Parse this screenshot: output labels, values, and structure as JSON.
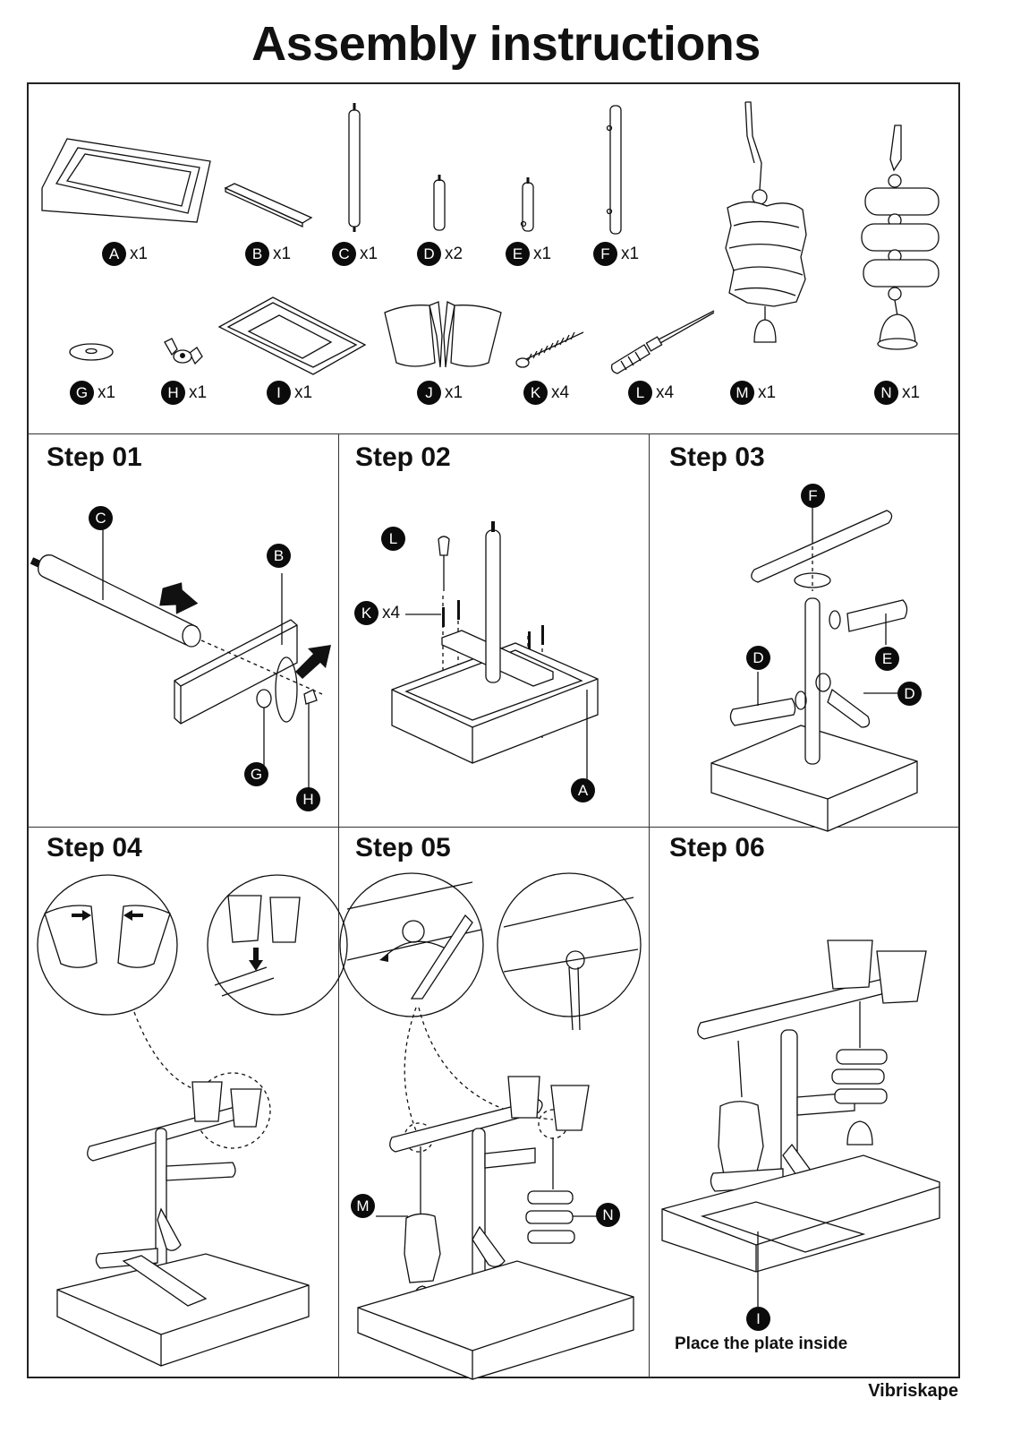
{
  "title": "Assembly instructions",
  "parts": [
    {
      "id": "A",
      "qty": "x1",
      "name": "base-tray-frame"
    },
    {
      "id": "B",
      "qty": "x1",
      "name": "cross-board"
    },
    {
      "id": "C",
      "qty": "x1",
      "name": "main-pole"
    },
    {
      "id": "D",
      "qty": "x2",
      "name": "short-perch"
    },
    {
      "id": "E",
      "qty": "x1",
      "name": "perch-with-hook"
    },
    {
      "id": "F",
      "qty": "x1",
      "name": "top-perch"
    },
    {
      "id": "G",
      "qty": "x1",
      "name": "washer"
    },
    {
      "id": "H",
      "qty": "x1",
      "name": "wing-nut"
    },
    {
      "id": "I",
      "qty": "x1",
      "name": "plate"
    },
    {
      "id": "J",
      "qty": "x1",
      "name": "double-cup"
    },
    {
      "id": "K",
      "qty": "x4",
      "name": "screw"
    },
    {
      "id": "L",
      "qty": "x4",
      "name": "screwdriver"
    },
    {
      "id": "M",
      "qty": "x1",
      "name": "paper-toy"
    },
    {
      "id": "N",
      "qty": "x1",
      "name": "wooden-toy"
    }
  ],
  "steps": [
    {
      "title": "Step 01",
      "callouts": [
        "C",
        "B",
        "G",
        "H"
      ]
    },
    {
      "title": "Step 02",
      "callouts": [
        "L",
        "K",
        "A"
      ],
      "qty_note": "x4"
    },
    {
      "title": "Step 03",
      "callouts": [
        "F",
        "E",
        "D",
        "D"
      ]
    },
    {
      "title": "Step 04",
      "callouts": []
    },
    {
      "title": "Step 05",
      "callouts": [
        "M",
        "N"
      ]
    },
    {
      "title": "Step 06",
      "callouts": [
        "I"
      ],
      "caption": "Place the plate inside"
    }
  ],
  "brand": "Vibriskape"
}
